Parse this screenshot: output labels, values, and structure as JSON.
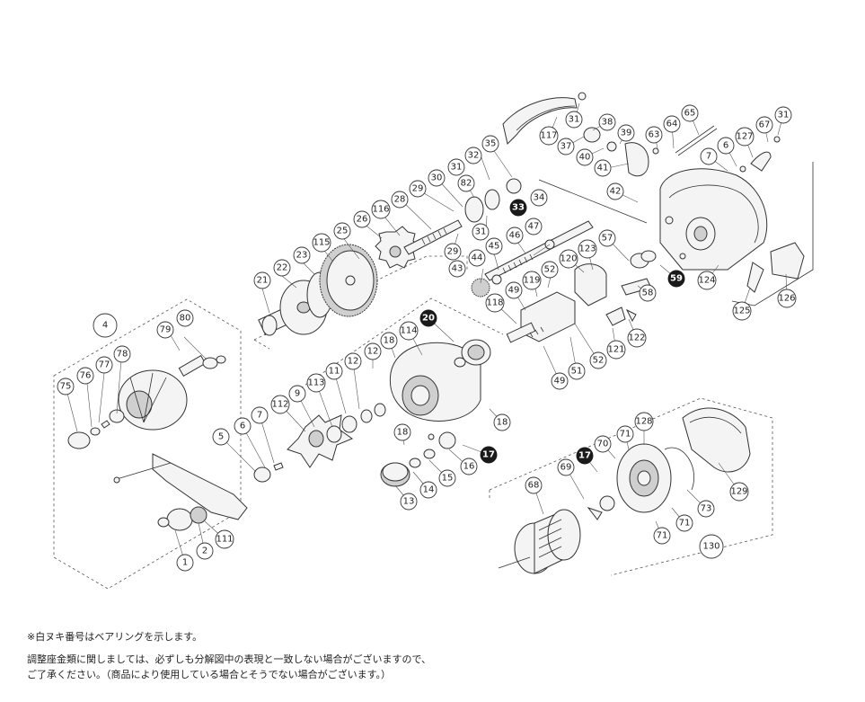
{
  "notes": {
    "bearing_note": "※白ヌキ番号はベアリングを示します。",
    "disclaimer_line1": "調整座金類に関しましては、必ずしも分解図中の表現と一致しない場合がございますので、",
    "disclaimer_line2": "ご了承ください。（商品により使用している場合とそうでない場合がございます。）"
  },
  "callouts": [
    {
      "id": "c4",
      "text": "4",
      "style": "group"
    },
    {
      "id": "c130",
      "text": "130",
      "style": "group"
    },
    {
      "id": "c80",
      "text": "80"
    },
    {
      "id": "c79",
      "text": "79"
    },
    {
      "id": "c78",
      "text": "78"
    },
    {
      "id": "c77",
      "text": "77"
    },
    {
      "id": "c76",
      "text": "76"
    },
    {
      "id": "c75",
      "text": "75"
    },
    {
      "id": "c21",
      "text": "21"
    },
    {
      "id": "c22",
      "text": "22"
    },
    {
      "id": "c23",
      "text": "23"
    },
    {
      "id": "c115",
      "text": "115"
    },
    {
      "id": "c25",
      "text": "25"
    },
    {
      "id": "c26",
      "text": "26"
    },
    {
      "id": "c116",
      "text": "116"
    },
    {
      "id": "c28",
      "text": "28"
    },
    {
      "id": "c29a",
      "text": "29"
    },
    {
      "id": "c30",
      "text": "30"
    },
    {
      "id": "c82",
      "text": "82"
    },
    {
      "id": "c31a",
      "text": "31"
    },
    {
      "id": "c32",
      "text": "32"
    },
    {
      "id": "c35",
      "text": "35"
    },
    {
      "id": "c33",
      "text": "33",
      "style": "bearing"
    },
    {
      "id": "c34",
      "text": "34"
    },
    {
      "id": "c31b",
      "text": "31"
    },
    {
      "id": "c29b",
      "text": "29"
    },
    {
      "id": "c45",
      "text": "45"
    },
    {
      "id": "c46",
      "text": "46"
    },
    {
      "id": "c47",
      "text": "47"
    },
    {
      "id": "c44",
      "text": "44"
    },
    {
      "id": "c43",
      "text": "43"
    },
    {
      "id": "c117",
      "text": "117"
    },
    {
      "id": "c31c",
      "text": "31"
    },
    {
      "id": "c38",
      "text": "38"
    },
    {
      "id": "c39",
      "text": "39"
    },
    {
      "id": "c37",
      "text": "37"
    },
    {
      "id": "c40",
      "text": "40"
    },
    {
      "id": "c41",
      "text": "41"
    },
    {
      "id": "c63",
      "text": "63"
    },
    {
      "id": "c64",
      "text": "64"
    },
    {
      "id": "c65",
      "text": "65"
    },
    {
      "id": "c6a",
      "text": "6"
    },
    {
      "id": "c7a",
      "text": "7"
    },
    {
      "id": "c127",
      "text": "127"
    },
    {
      "id": "c67",
      "text": "67"
    },
    {
      "id": "c31d",
      "text": "31"
    },
    {
      "id": "c42",
      "text": "42"
    },
    {
      "id": "c123",
      "text": "123"
    },
    {
      "id": "c57",
      "text": "57"
    },
    {
      "id": "c120",
      "text": "120"
    },
    {
      "id": "c52a",
      "text": "52"
    },
    {
      "id": "c119",
      "text": "119"
    },
    {
      "id": "c49a",
      "text": "49"
    },
    {
      "id": "c118",
      "text": "118"
    },
    {
      "id": "c58",
      "text": "58"
    },
    {
      "id": "c59",
      "text": "59",
      "style": "bearing"
    },
    {
      "id": "c124",
      "text": "124"
    },
    {
      "id": "c125",
      "text": "125"
    },
    {
      "id": "c126",
      "text": "126"
    },
    {
      "id": "c20",
      "text": "20",
      "style": "bearing"
    },
    {
      "id": "c114",
      "text": "114"
    },
    {
      "id": "c18a",
      "text": "18"
    },
    {
      "id": "c12a",
      "text": "12"
    },
    {
      "id": "c12b",
      "text": "12"
    },
    {
      "id": "c11",
      "text": "11"
    },
    {
      "id": "c113",
      "text": "113"
    },
    {
      "id": "c9",
      "text": "9"
    },
    {
      "id": "c112",
      "text": "112"
    },
    {
      "id": "c7b",
      "text": "7"
    },
    {
      "id": "c6b",
      "text": "6"
    },
    {
      "id": "c5",
      "text": "5"
    },
    {
      "id": "c18b",
      "text": "18"
    },
    {
      "id": "c18c",
      "text": "18"
    },
    {
      "id": "c17a",
      "text": "17",
      "style": "bearing"
    },
    {
      "id": "c16",
      "text": "16"
    },
    {
      "id": "c15",
      "text": "15"
    },
    {
      "id": "c14",
      "text": "14"
    },
    {
      "id": "c13",
      "text": "13"
    },
    {
      "id": "c121",
      "text": "121"
    },
    {
      "id": "c122",
      "text": "122"
    },
    {
      "id": "c51",
      "text": "51"
    },
    {
      "id": "c52b",
      "text": "52"
    },
    {
      "id": "c49b",
      "text": "49"
    },
    {
      "id": "c111",
      "text": "111"
    },
    {
      "id": "c2",
      "text": "2"
    },
    {
      "id": "c1",
      "text": "1"
    },
    {
      "id": "c68",
      "text": "68"
    },
    {
      "id": "c17b",
      "text": "17",
      "style": "bearing"
    },
    {
      "id": "c70",
      "text": "70"
    },
    {
      "id": "c71a",
      "text": "71"
    },
    {
      "id": "c128",
      "text": "128"
    },
    {
      "id": "c69",
      "text": "69"
    },
    {
      "id": "c129",
      "text": "129"
    },
    {
      "id": "c73",
      "text": "73"
    },
    {
      "id": "c71b",
      "text": "71"
    },
    {
      "id": "c71c",
      "text": "71"
    }
  ]
}
